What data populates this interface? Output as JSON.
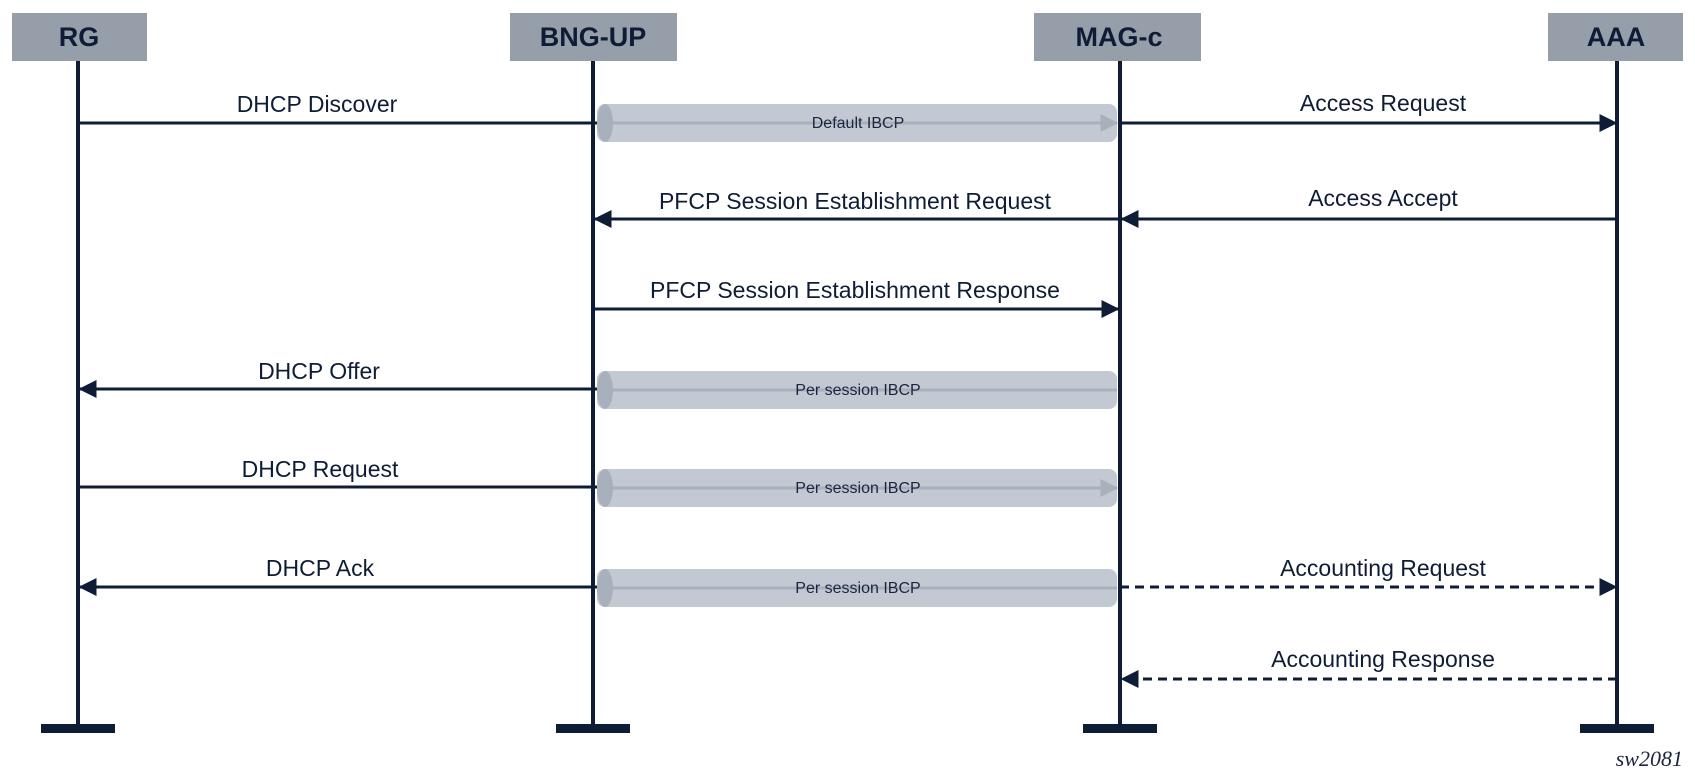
{
  "diagram": {
    "entities": [
      {
        "id": "rg",
        "label": "RG"
      },
      {
        "id": "bng",
        "label": "BNG-UP"
      },
      {
        "id": "mag",
        "label": "MAG-c"
      },
      {
        "id": "aaa",
        "label": "AAA"
      }
    ],
    "messages": [
      {
        "label": "DHCP Discover",
        "from": "rg",
        "to": "bng",
        "style": "solid"
      },
      {
        "label": "Access Request",
        "from": "mag",
        "to": "aaa",
        "style": "solid"
      },
      {
        "label": "PFCP Session Establishment Request",
        "from": "mag",
        "to": "bng",
        "style": "solid"
      },
      {
        "label": "Access Accept",
        "from": "aaa",
        "to": "mag",
        "style": "solid"
      },
      {
        "label": "PFCP Session Establishment Response",
        "from": "bng",
        "to": "mag",
        "style": "solid"
      },
      {
        "label": "DHCP Offer",
        "from": "bng",
        "to": "rg",
        "style": "solid"
      },
      {
        "label": "DHCP Request",
        "from": "rg",
        "to": "bng",
        "style": "solid"
      },
      {
        "label": "DHCP Ack",
        "from": "bng",
        "to": "rg",
        "style": "solid"
      },
      {
        "label": "Accounting Request",
        "from": "mag",
        "to": "aaa",
        "style": "dashed"
      },
      {
        "label": "Accounting Response",
        "from": "aaa",
        "to": "mag",
        "style": "dashed"
      }
    ],
    "tunnels": [
      {
        "label": "Default IBCP",
        "arrow": "right"
      },
      {
        "label": "Per session IBCP",
        "arrow": "none"
      },
      {
        "label": "Per session IBCP",
        "arrow": "right"
      },
      {
        "label": "Per session IBCP",
        "arrow": "none"
      }
    ],
    "figure_id": "sw2081",
    "colors": {
      "line": "#0f1c36",
      "header_fill": "#969ea9",
      "tunnel_fill": "#c3c9d3",
      "tunnel_end": "#a8b0bc"
    }
  }
}
